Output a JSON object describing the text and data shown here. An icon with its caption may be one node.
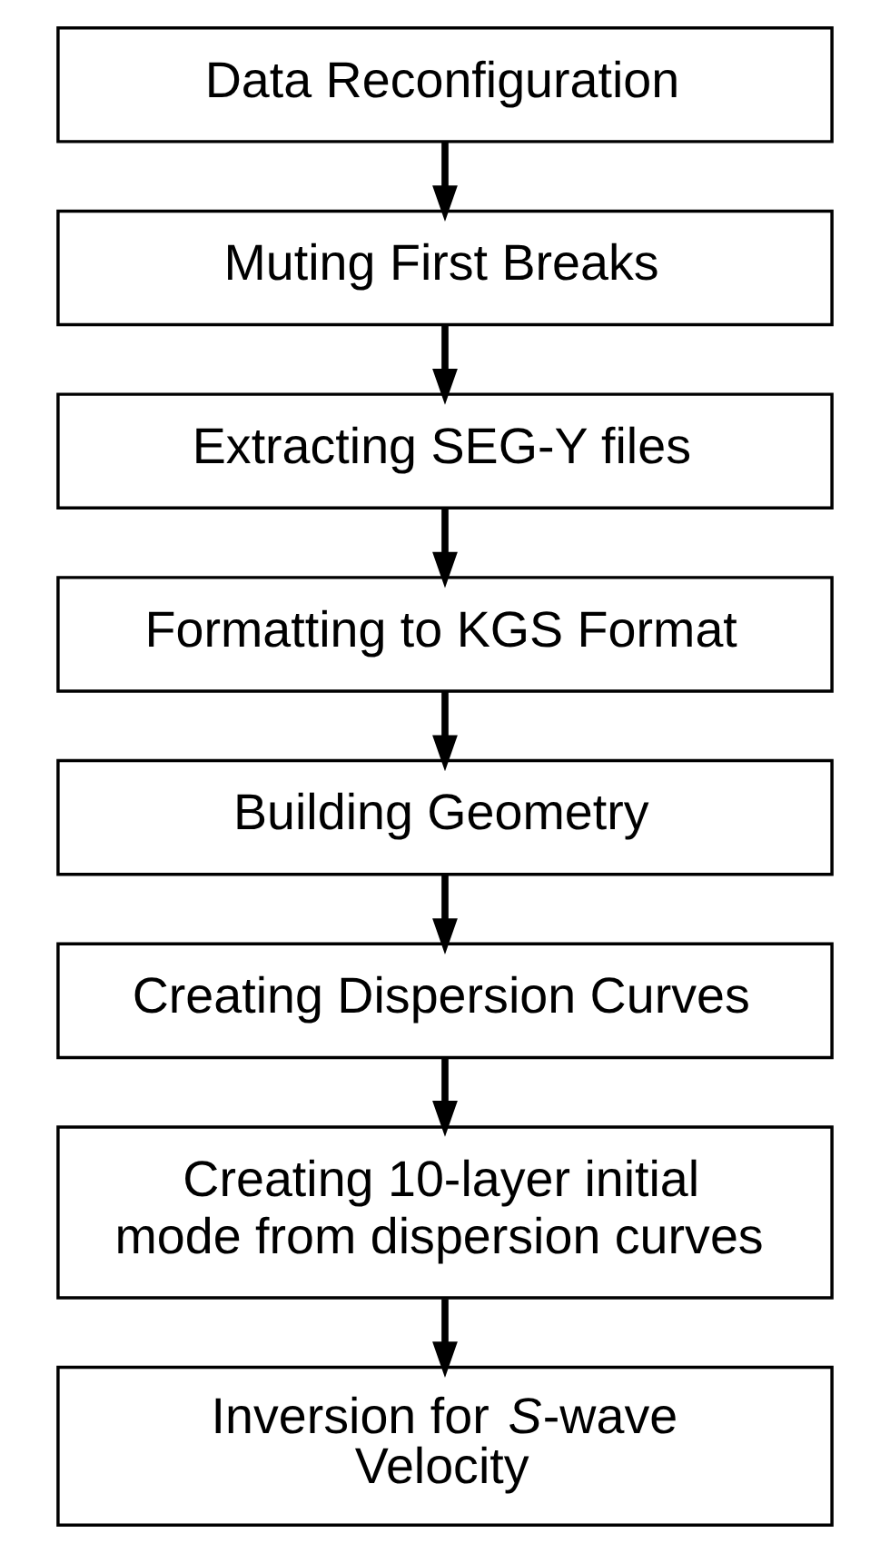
{
  "diagram": {
    "nodes": [
      {
        "text": [
          "Data Reconfiguration"
        ]
      },
      {
        "text": [
          "Muting First Breaks"
        ]
      },
      {
        "text": [
          "Extracting SEG-Y files"
        ]
      },
      {
        "text": [
          "Formatting to KGS Format"
        ]
      },
      {
        "text": [
          "Building Geometry"
        ]
      },
      {
        "text": [
          "Creating Dispersion Curves"
        ]
      },
      {
        "text": [
          "Creating 10-layer initial mode from dispersion curves"
        ]
      },
      {
        "text": [
          "Inversion for *S*-wave Velocity"
        ]
      }
    ],
    "edges": [
      {
        "from": 0,
        "to": 1,
        "arrow": "to"
      },
      {
        "from": 1,
        "to": 2,
        "arrow": "to"
      },
      {
        "from": 2,
        "to": 3,
        "arrow": "to"
      },
      {
        "from": 3,
        "to": 4,
        "arrow": "to"
      },
      {
        "from": 4,
        "to": 5,
        "arrow": "to"
      },
      {
        "from": 5,
        "to": 6,
        "arrow": "to"
      },
      {
        "from": 6,
        "to": 7,
        "arrow": "to"
      }
    ]
  }
}
